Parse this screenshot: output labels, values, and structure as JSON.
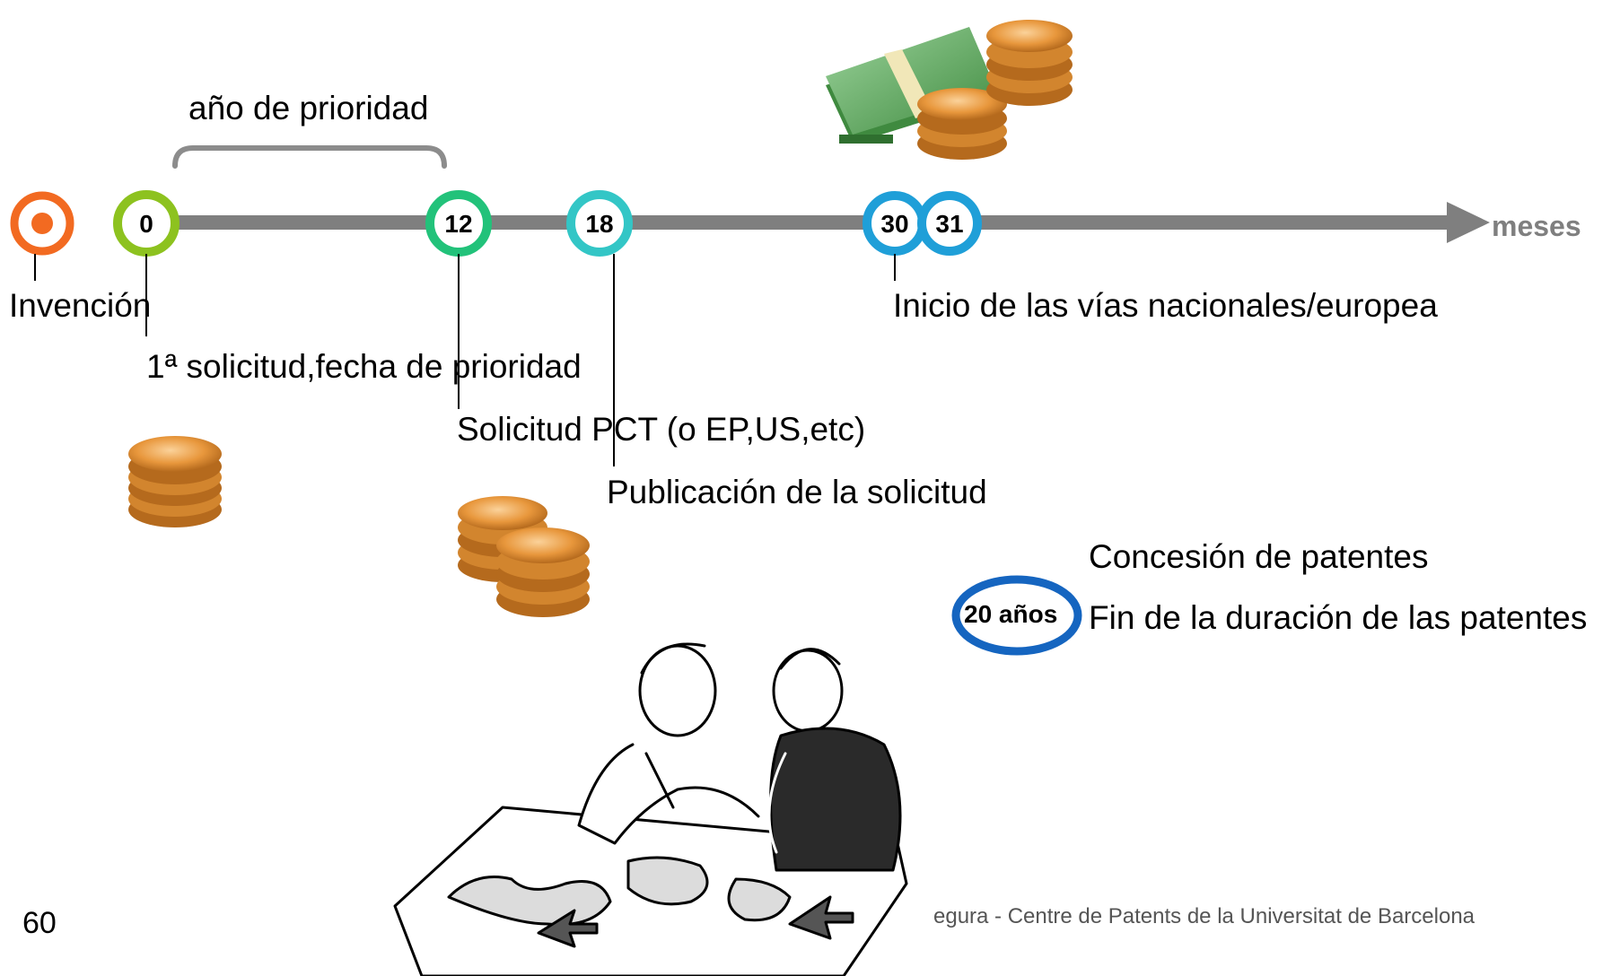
{
  "timeline": {
    "axis_unit_label": "meses",
    "bracket_label": "año de prioridad",
    "markers": [
      {
        "id": "invention",
        "number": "",
        "color": "#f26a21"
      },
      {
        "id": "m0",
        "number": "0",
        "color": "#8dc21f"
      },
      {
        "id": "m12",
        "number": "12",
        "color": "#22c27a"
      },
      {
        "id": "m18",
        "number": "18",
        "color": "#33c6c6"
      },
      {
        "id": "m30",
        "number": "30",
        "color": "#1f9fd8"
      },
      {
        "id": "m31",
        "number": "31",
        "color": "#1f9fd8"
      }
    ],
    "events": {
      "invention": "Invención",
      "first_filing": "1ª solicitud,fecha de prioridad",
      "pct_filing": "Solicitud PCT (o EP,US,etc)",
      "publication": "Publicación de la solicitud",
      "national_phase": "Inicio de las vías nacionales/europea",
      "grant": "Concesión de patentes",
      "end_term": "Fin de la duración de las patentes"
    },
    "term_badge": "20 años"
  },
  "footer": {
    "page_number": "60",
    "credit": "egura - Centre de Patents de la Universitat de Barcelona"
  },
  "colors": {
    "axis": "#7f7f7f",
    "badge_ring": "#1565c0",
    "coin": "#e8973c",
    "banknote": "#5aa15a"
  }
}
